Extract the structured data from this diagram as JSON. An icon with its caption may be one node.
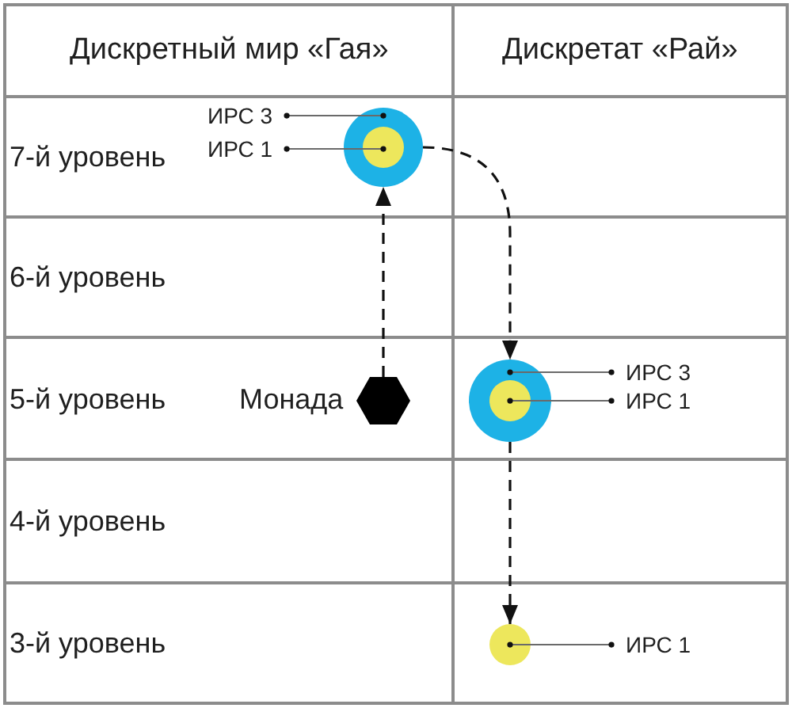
{
  "diagram": {
    "nodes": [
      {
        "text": [
          "ИРС 3"
        ]
      },
      {
        "text": [
          "ИРС 1"
        ]
      },
      {
        "text": [],
        "shape": "circle"
      },
      {
        "text": [],
        "shape": "circle",
        "in": 2
      },
      {
        "text": [],
        "shape": "hexagon",
        "beside": [
          "Монада"
        ]
      },
      {
        "text": [],
        "shape": "circle"
      },
      {
        "text": [],
        "shape": "circle",
        "in": 5
      },
      {
        "text": [
          "ИРС 3"
        ]
      },
      {
        "text": [
          "ИРС 1"
        ]
      },
      {
        "text": [],
        "shape": "circle"
      },
      {
        "text": [
          "ИРС 1"
        ]
      }
    ],
    "edges": [
      {
        "from": 0,
        "to": 2,
        "arrow": "other"
      },
      {
        "from": 1,
        "to": 3,
        "arrow": "other"
      },
      {
        "from": 4,
        "to": 2,
        "arrow": "to",
        "style": "dashed"
      },
      {
        "from": 2,
        "to": 5,
        "arrow": "to",
        "style": "dashed"
      },
      {
        "from": 7,
        "to": 5,
        "arrow": "other"
      },
      {
        "from": 8,
        "to": 6,
        "arrow": "other"
      },
      {
        "from": 5,
        "to": 9,
        "arrow": "to",
        "style": "dashed"
      },
      {
        "from": 10,
        "to": 9,
        "arrow": "other"
      }
    ],
    "labels": [
      "Дискретный мир «Гая»",
      "Дискретат «Рай»",
      "7-й уровень",
      "6-й уровень",
      "5-й уровень",
      "4-й уровень",
      "3-й уровень"
    ]
  }
}
